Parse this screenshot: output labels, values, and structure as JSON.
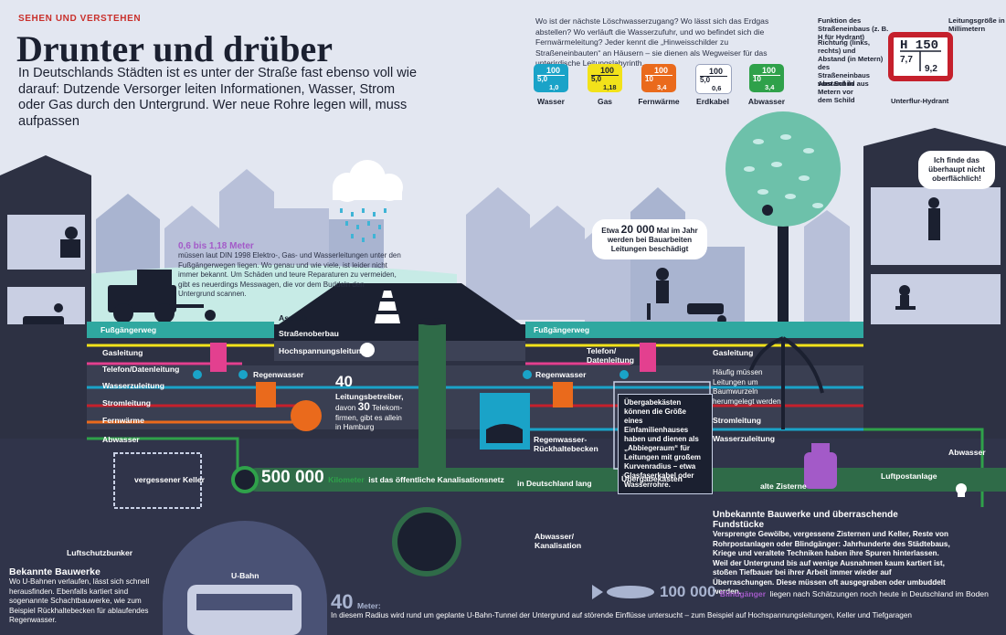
{
  "header": {
    "kicker": "SEHEN UND VERSTEHEN",
    "title": "Drunter und drüber",
    "lead": "In Deutschlands Städten ist es unter der Straße fast ebenso voll wie darauf: Dutzende Versorger leiten Informationen, Wasser, Strom oder Gas durch den Untergrund. Wer neue Rohre legen will, muss aufpassen"
  },
  "intro": "Wo ist der nächste Löschwasserzugang? Wo lässt sich das Erdgas abstellen? Wo verläuft die Wasserzufuhr, und wo befindet sich die Fernwärmeleitung? Jeder kennt die „Hinweisschilder zu Straßeneinbauten“ an Häusern – sie dienen als Wegweiser für das unterirdische Leitungslabyrinth.",
  "signs": [
    {
      "label": "Wasser",
      "top": "100",
      "left": "5,0",
      "bottom": "1,0",
      "color": "#1aa3c8",
      "text_color": "#ffffff"
    },
    {
      "label": "Gas",
      "top": "100",
      "left": "5,0",
      "bottom": "1,18",
      "color": "#f2e21a",
      "text_color": "#1b2030"
    },
    {
      "label": "Fernwärme",
      "top": "100",
      "left": "10",
      "bottom": "3,4",
      "color": "#ea6a1c",
      "text_color": "#ffffff"
    },
    {
      "label": "Erdkabel",
      "top": "100",
      "left": "5,0",
      "bottom": "0,6",
      "color": "#ffffff",
      "text_color": "#1b2030"
    },
    {
      "label": "Abwasser",
      "top": "100",
      "left": "10",
      "bottom": "3,4",
      "color": "#2fa14a",
      "text_color": "#ffffff"
    }
  ],
  "hydrant": {
    "main": "H 150",
    "left": "7,7",
    "bottom": "9,2",
    "note_function": "Funktion des Straßeneinbaus (z. B. H für Hydrant)",
    "note_direction": "Richtung (links, rechts) und Abstand (in Metern) des Straßeneinbaus vom Schild aus",
    "note_distance": "Abstand in Metern vor dem Schild",
    "note_size": "Leitungsgröße in Millimetern",
    "caption": "Unterflur-Hydrant"
  },
  "bubbles": {
    "surface": "Ich finde das überhaupt nicht oberflächlich!",
    "damage_pre": "Etwa",
    "damage_num": "20 000",
    "damage_post": "Mal im Jahr werden bei Bauarbeiten Leitungen beschädigt"
  },
  "scan": {
    "highlight": "0,6 bis 1,18 Meter",
    "text": "müssen laut DIN 1998 Elektro-, Gas- und Wasserleitungen unter den Fußgängerwegen liegen. Wo genau und wie viele, ist leider nicht immer bekannt. Um Schäden und teure Reparaturen zu vermeiden, gibt es neuerdings Messwagen, die vor dem Buddeln den Untergrund scannen."
  },
  "layers_left": [
    "Fußgängerweg",
    "Gasleitung",
    "Telefon/Datenleitung",
    "Wasserzuleitung",
    "Stromleitung",
    "Fernwärme",
    "Abwasser"
  ],
  "road_layers": [
    "Asphalt",
    "Straßenoberbau",
    "Hochspannungsleitung"
  ],
  "layers_right": {
    "walk": "Fußgängerweg",
    "phone": "Telefon/ Datenleitung",
    "gas": "Gasleitung",
    "roots": "Häufig müssen Leitungen um Baumwurzeln herumgelegt werden",
    "power": "Stromleitung",
    "water": "Wasserzuleitung",
    "sewage": "Abwasser"
  },
  "rainwater_left": "Regenwasser",
  "rainwater_right": "Regenwasser",
  "basin": "Regenwasser-Rückhaltebecken",
  "operators": {
    "num": "40",
    "label": "Leitungsbetreiber,",
    "sub_pre": "davon",
    "sub_num": "30",
    "sub_post": "Telekom-firmen, gibt es allein in Hamburg"
  },
  "transfer_box": "Übergabekästen können die Größe eines Einfamilienhauses haben und dienen als „Abbiegeraum“ für Leitungen mit großem Kurvenradius – etwa Glasfaserkabel oder Wasserrohre.",
  "transfer_label": "Übergabekasten",
  "network": {
    "num": "500 000",
    "unit": "Kilometer",
    "mid": "ist das öffentliche Kanalisationsnetz",
    "end": "in Deutschland lang"
  },
  "cellar": "vergessener Keller",
  "cistern": "alte Zisterne",
  "pneumatic": "Luftpostanlage",
  "sewer": "Abwasser/ Kanalisation",
  "bunker": "Luftschutzbunker",
  "ubahn": "U-Bahn",
  "structures": {
    "title": "Bekannte Bauwerke",
    "text": "Wo U-Bahnen verlaufen, lässt sich schnell herausfinden. Ebenfalls kartiert sind sogenannte Schachtbauwerke, wie zum Beispiel Rückhaltebecken für ablaufendes Regenwasser."
  },
  "radius": {
    "num": "40",
    "unit": "Meter:",
    "text": "In diesem Radius wird rund um geplante U-Bahn-Tunnel der Untergrund auf störende Einflüsse untersucht – zum Beispiel auf Hochspannungsleitungen, Keller und Tiefgaragen"
  },
  "unknown": {
    "title": "Unbekannte Bauwerke und überraschende Fundstücke",
    "text": "Versprengte Gewölbe, vergessene Zisternen und Keller, Reste von Rohrpostanlagen oder Blindgänger: Jahrhunderte des Städtebaus, Kriege und veraltete Techniken haben ihre Spuren hinterlassen. Weil der Untergrund bis auf wenige Ausnahmen kaum kartiert ist, stoßen Tiefbauer bei ihrer Arbeit immer wieder auf Überraschungen. Diese müssen oft ausgegraben oder umbuddelt werden."
  },
  "bombs": {
    "num": "100 000",
    "unit": "Blindgänger",
    "text": "liegen nach Schätzungen noch heute in Deutschland im Boden"
  },
  "colors": {
    "water": "#1aa3c8",
    "gas": "#f2e21a",
    "heat": "#ea6a1c",
    "phone": "#e3408f",
    "power": "#c5202c",
    "sewage": "#2f6b48",
    "walkway": "#2fa8a0",
    "soil": "#2d3143",
    "city": "#a9b4d0",
    "accent": "#a35ac8"
  }
}
